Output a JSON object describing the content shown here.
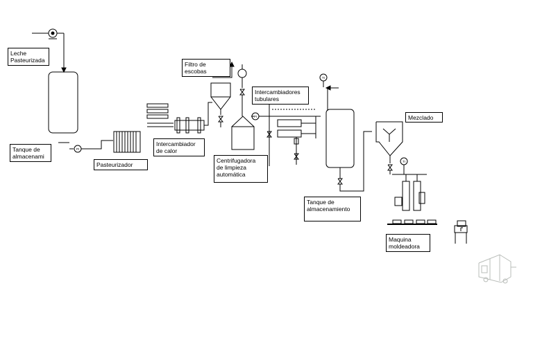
{
  "labels": {
    "leche": "Leche\nPasteurizada",
    "tanque_alm": "Tanque de\nalmacenami",
    "pasteurizador": "Pasteurizador",
    "intercambiador": "Intercambiador\nde calor",
    "filtro": "Filtro de\nescobas",
    "centrifugadora": "Centrifugadora\nde limpieza\nautomática",
    "intercambiadores": "Intercambiadores\ntubulares",
    "tanque_alm2": "Tanque de\nalmacenamiento",
    "mezclado": "Mezclado",
    "maquina": "Maquina\nmoldeadora"
  },
  "instruments": {
    "pi": "PI",
    "ti": "TI"
  },
  "colors": {
    "line": "#000000",
    "background": "#ffffff",
    "truck": "#b8bcb8"
  }
}
